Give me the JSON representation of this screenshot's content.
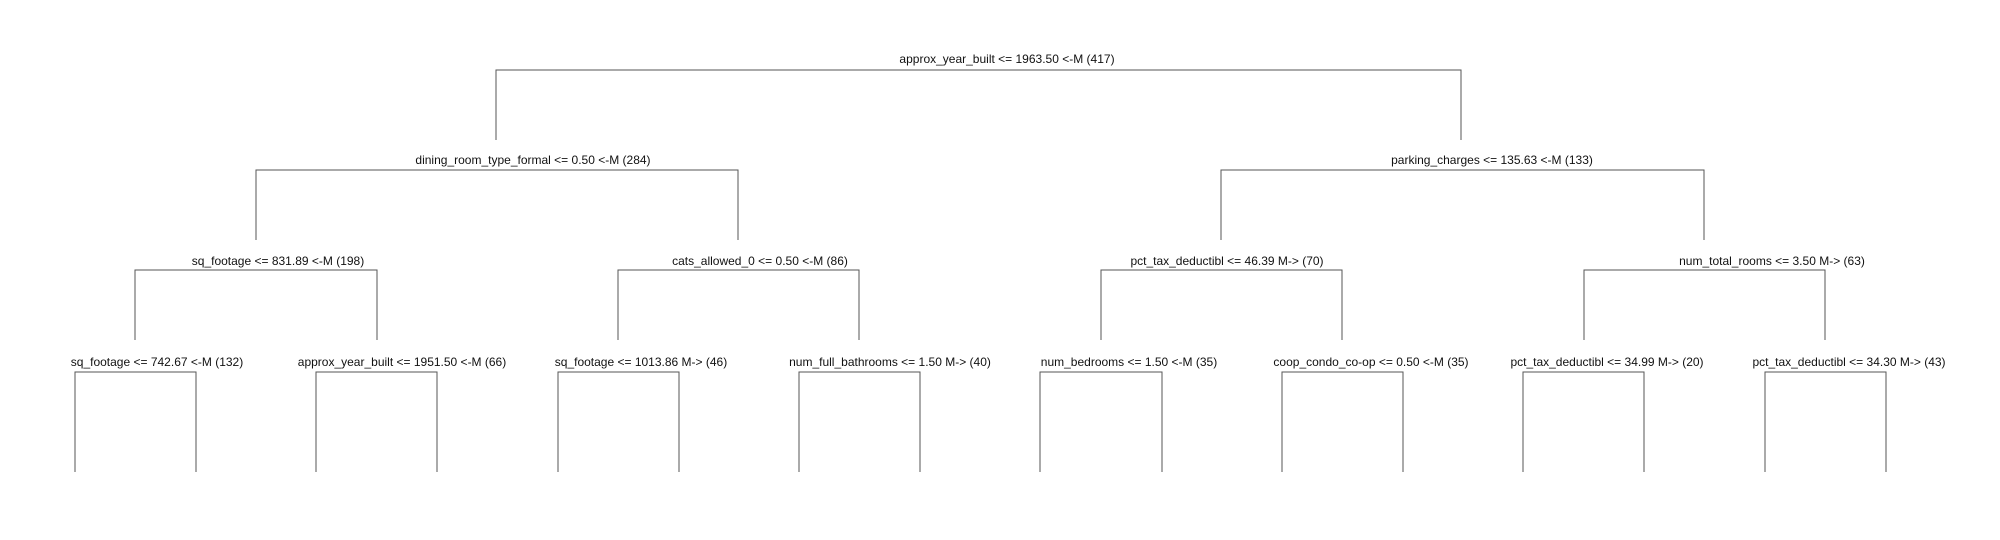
{
  "tree": {
    "root": {
      "label": "approx_year_built <= 1963.50 <-M (417)",
      "left": {
        "label": "dining_room_type_formal <= 0.50 <-M (284)",
        "left": {
          "label": "sq_footage <= 831.89 <-M (198)",
          "left": {
            "label": "sq_footage <= 742.67 <-M (132)"
          },
          "right": {
            "label": "approx_year_built <= 1951.50 <-M (66)"
          }
        },
        "right": {
          "label": "cats_allowed_0 <= 0.50 <-M (86)",
          "left": {
            "label": "sq_footage <= 1013.86 M-> (46)"
          },
          "right": {
            "label": "num_full_bathrooms <= 1.50 M-> (40)"
          }
        }
      },
      "right": {
        "label": "parking_charges <= 135.63 <-M (133)",
        "left": {
          "label": "pct_tax_deductibl <= 46.39 M-> (70)",
          "left": {
            "label": "num_bedrooms <= 1.50 <-M (35)"
          },
          "right": {
            "label": "coop_condo_co-op <= 0.50 <-M (35)"
          }
        },
        "right": {
          "label": "num_total_rooms <= 3.50 M-> (63)",
          "left": {
            "label": "pct_tax_deductibl <= 34.99 M-> (20)"
          },
          "right": {
            "label": "pct_tax_deductibl <= 34.30 M-> (43)"
          }
        }
      }
    }
  }
}
